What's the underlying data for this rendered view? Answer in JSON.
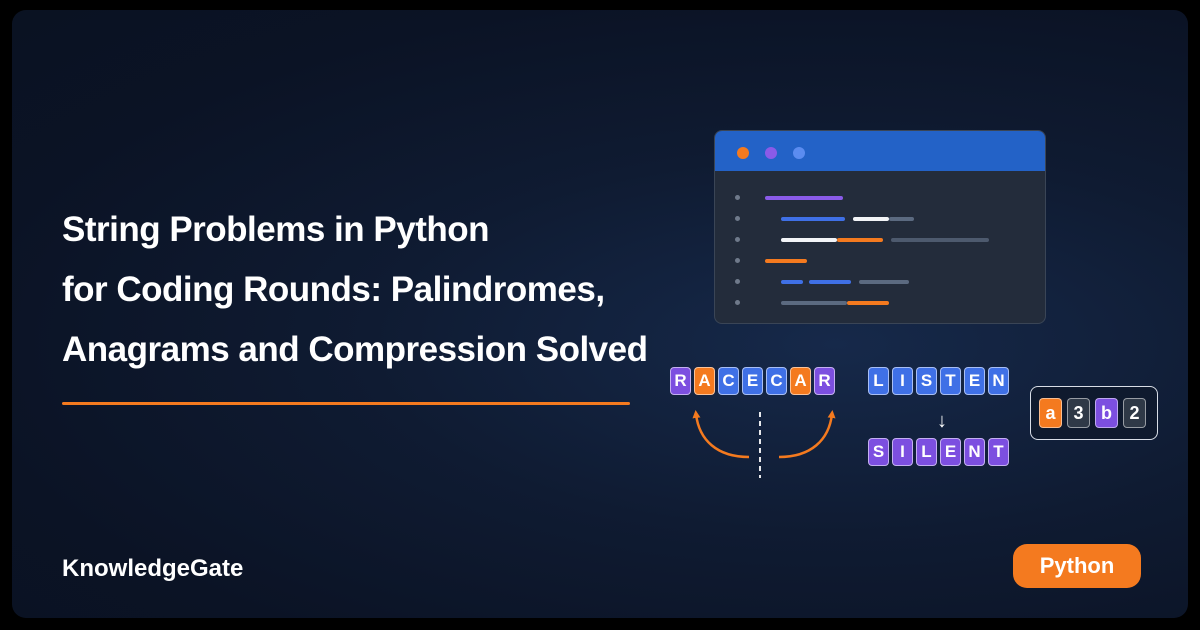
{
  "title_lines": [
    "String Problems in Python",
    "for Coding Rounds: Palindromes,",
    "Anagrams and Compression Solved"
  ],
  "brand": "KnowledgeGate",
  "tag": "Python",
  "colors": {
    "accent": "#f47a1f",
    "purple": "#7c4fe0",
    "blue": "#3f70e6",
    "editor_bar": "#2362c7",
    "background": "#0f1b32"
  },
  "palindrome": {
    "letters": [
      "R",
      "A",
      "C",
      "E",
      "C",
      "A",
      "R"
    ]
  },
  "anagram": {
    "word1": [
      "L",
      "I",
      "S",
      "T",
      "E",
      "N"
    ],
    "arrow": "↓",
    "word2": [
      "S",
      "I",
      "L",
      "E",
      "N",
      "T"
    ]
  },
  "compression": {
    "tokens": [
      "a",
      "3",
      "b",
      "2"
    ]
  },
  "icons": {
    "editor": "code-editor-window-icon",
    "palindrome_arrows": "curved-arrows-icon"
  }
}
